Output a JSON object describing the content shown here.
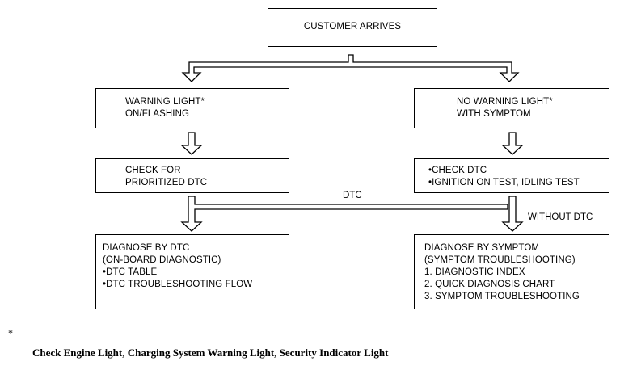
{
  "diagram": {
    "start": {
      "text": "CUSTOMER ARRIVES"
    },
    "left_branch": {
      "status_lines": [
        "WARNING LIGHT*",
        "ON/FLASHING"
      ],
      "check_lines": [
        "CHECK FOR",
        "PRIORITIZED DTC"
      ],
      "result_lines": [
        "DIAGNOSE BY DTC",
        "(ON-BOARD DIAGNOSTIC)",
        "•DTC TABLE",
        "•DTC TROUBLESHOOTING FLOW"
      ]
    },
    "right_branch": {
      "status_lines": [
        "NO WARNING LIGHT*",
        "WITH SYMPTOM"
      ],
      "check_lines": [
        "•CHECK DTC",
        "•IGNITION ON TEST, IDLING TEST"
      ],
      "result_lines": [
        "DIAGNOSE BY SYMPTOM",
        "(SYMPTOM TROUBLESHOOTING)",
        "1. DIAGNOSTIC INDEX",
        "2. QUICK DIAGNOSIS CHART",
        "3. SYMPTOM TROUBLESHOOTING"
      ]
    },
    "edge_labels": {
      "dtc": "DTC",
      "without_dtc": "WITHOUT DTC"
    }
  },
  "footnote": {
    "mark": "*",
    "text": "Check Engine Light, Charging System Warning Light, Security Indicator Light"
  }
}
